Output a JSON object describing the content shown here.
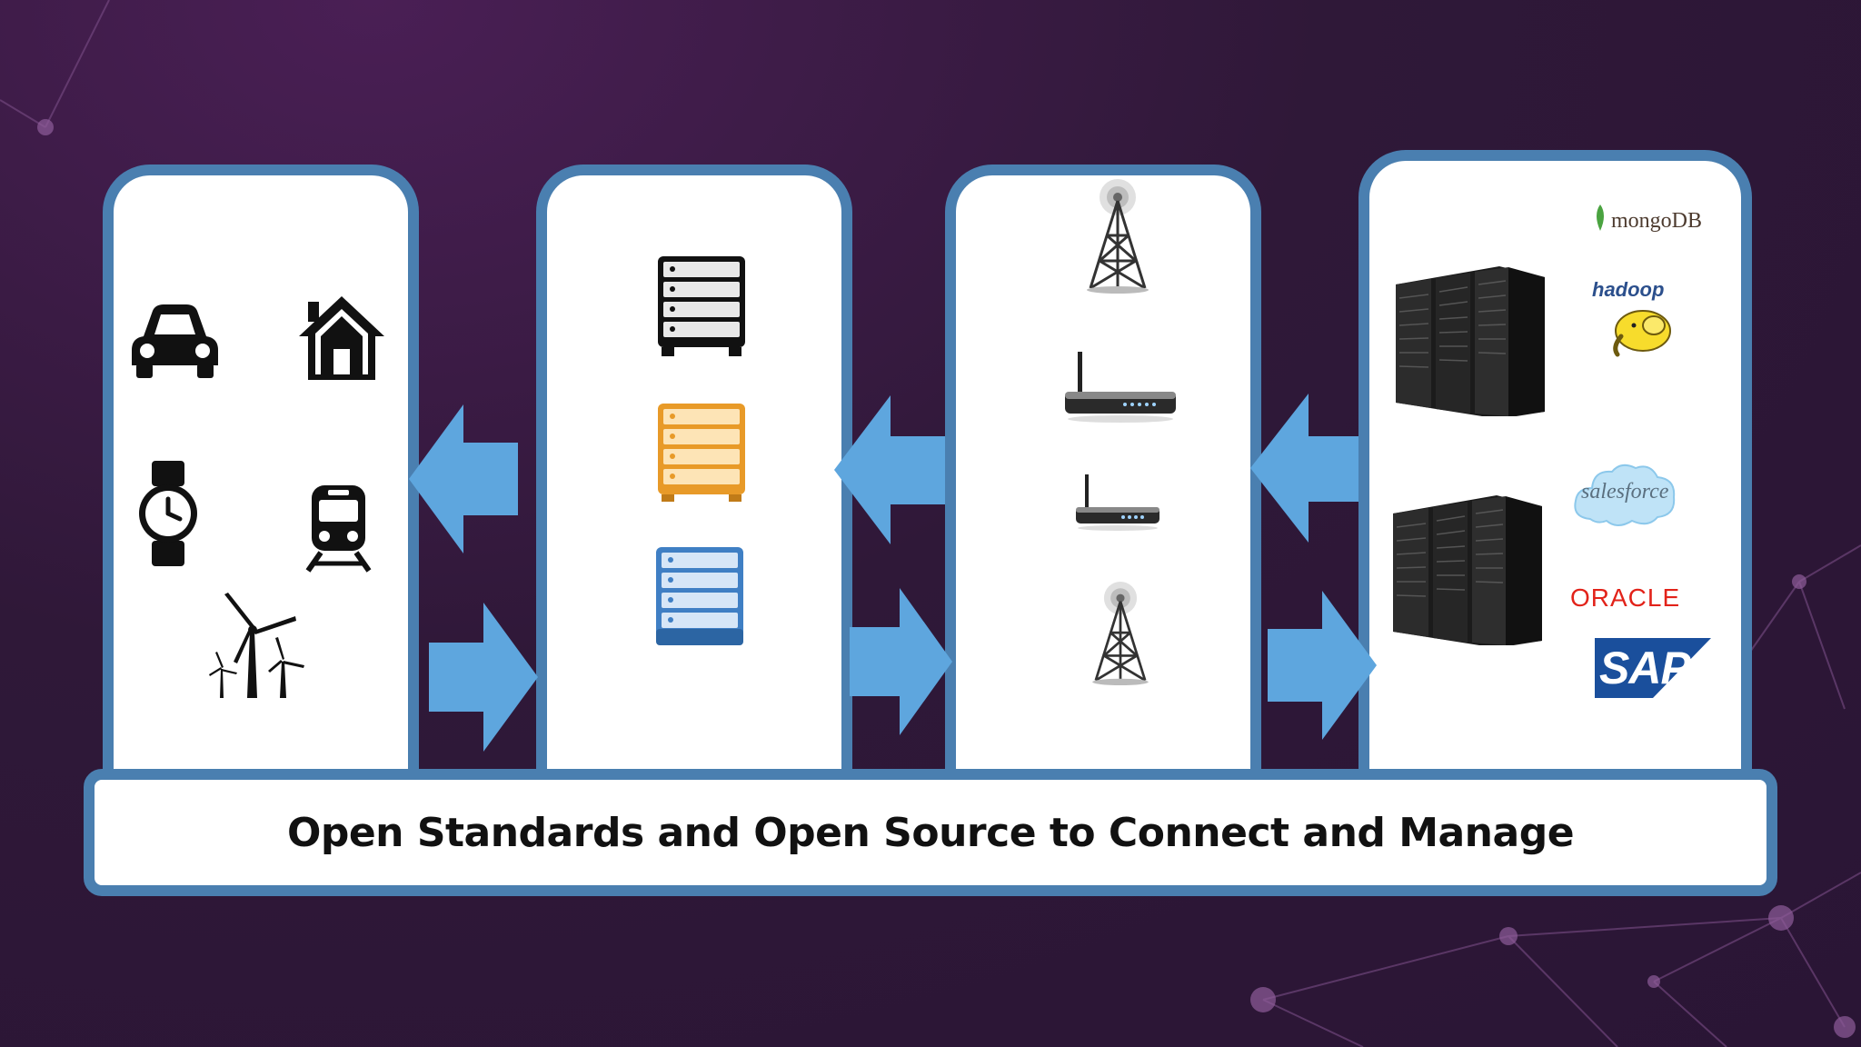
{
  "footer": {
    "label": "Open Standards and Open Source to Connect and Manage"
  },
  "logos": {
    "mongodb": "mongoDB",
    "hadoop": "hadoop",
    "salesforce": "salesforce",
    "oracle": "ORACLE",
    "sap": "SAP"
  },
  "colors": {
    "panel_border": "#4a7fb0",
    "arrow": "#5ea6de",
    "background": "#2f1838",
    "server_black": "#111111",
    "server_orange": "#f0a93b",
    "server_blue": "#4a86c8",
    "oracle_red": "#e2231a",
    "sap_blue": "#1a4f9c"
  }
}
